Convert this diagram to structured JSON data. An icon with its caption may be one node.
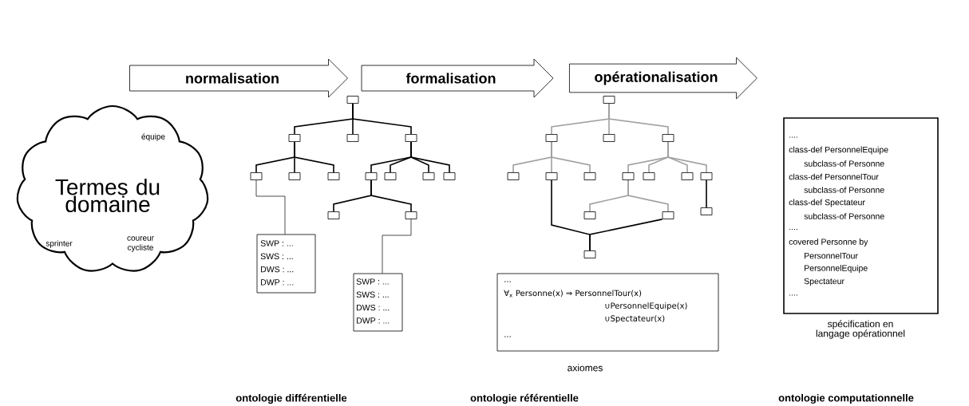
{
  "diagram": {
    "nodes": [
      {
        "text": [
          "équipe",
          "Termes du domaine",
          "sprinter",
          "coureur cycliste"
        ]
      },
      {
        "text": [
          "normalisation"
        ]
      },
      {
        "text": [
          "formalisation"
        ]
      },
      {
        "text": [
          "opérationalisation"
        ]
      },
      {
        "text": [],
        "shape": "box"
      },
      {
        "text": [],
        "shape": "box"
      },
      {
        "text": [],
        "shape": "box"
      },
      {
        "text": [],
        "shape": "box"
      },
      {
        "text": [],
        "shape": "box"
      },
      {
        "text": [],
        "shape": "box"
      },
      {
        "text": [],
        "shape": "box"
      },
      {
        "text": [],
        "shape": "box"
      },
      {
        "text": [],
        "shape": "box"
      },
      {
        "text": [],
        "shape": "box"
      },
      {
        "text": [],
        "shape": "box"
      },
      {
        "text": [],
        "shape": "box"
      },
      {
        "text": [],
        "shape": "box"
      },
      {
        "text": [
          "SWP : ...",
          "SWS : ...",
          "DWS : ...",
          "DWP : ..."
        ]
      },
      {
        "text": [
          "SWP : ...",
          "SWS : ...",
          "DWS : ...",
          "DWP : ..."
        ]
      },
      {
        "text": [],
        "shape": "box"
      },
      {
        "text": [],
        "shape": "box"
      },
      {
        "text": [],
        "shape": "box"
      },
      {
        "text": [],
        "shape": "box"
      },
      {
        "text": [],
        "shape": "box"
      },
      {
        "text": [],
        "shape": "box"
      },
      {
        "text": [],
        "shape": "box"
      },
      {
        "text": [],
        "shape": "box"
      },
      {
        "text": [],
        "shape": "box"
      },
      {
        "text": [],
        "shape": "box"
      },
      {
        "text": [],
        "shape": "box"
      },
      {
        "text": [],
        "shape": "box"
      },
      {
        "text": [],
        "shape": "box"
      },
      {
        "text": [],
        "shape": "box"
      },
      {
        "text": [],
        "shape": "box"
      },
      {
        "text": [
          "...",
          "∀$_{x}$ Personne(x) ⇒ PersonnelTour(x)",
          "∪PersonnelEquipe(x)",
          "∪Spectateur(x)",
          "..."
        ],
        "beside": [
          "axiomes"
        ]
      },
      {
        "text": [
          "....",
          "class-def PersonnelEquipe",
          "subclass-of Personne",
          "class-def PersonnelTour",
          "subclass-of Personne",
          "class-def Spectateur",
          "subclass-of Personne",
          "....",
          "covered Personne by",
          "PersonnelTour",
          "PersonnelEquipe",
          "Spectateur",
          "...."
        ],
        "beside": [
          "spécification en langage opérationnel"
        ]
      }
    ],
    "edges": [
      {
        "from": 4,
        "to": 5,
        "arrow": "none"
      },
      {
        "from": 4,
        "to": 6,
        "arrow": "none"
      },
      {
        "from": 4,
        "to": 7,
        "arrow": "none"
      },
      {
        "from": 5,
        "to": 8,
        "arrow": "none"
      },
      {
        "from": 5,
        "to": 9,
        "arrow": "none"
      },
      {
        "from": 5,
        "to": 10,
        "arrow": "none"
      },
      {
        "from": 7,
        "to": 11,
        "arrow": "none"
      },
      {
        "from": 7,
        "to": 12,
        "arrow": "none"
      },
      {
        "from": 7,
        "to": 13,
        "arrow": "none"
      },
      {
        "from": 7,
        "to": 14,
        "arrow": "none"
      },
      {
        "from": 11,
        "to": 15,
        "arrow": "none"
      },
      {
        "from": 11,
        "to": 16,
        "arrow": "none"
      },
      {
        "from": 8,
        "to": 17,
        "arrow": "none"
      },
      {
        "from": 16,
        "to": 18,
        "arrow": "none"
      },
      {
        "from": 19,
        "to": 20,
        "arrow": "none",
        "color": "#a0a0a0"
      },
      {
        "from": 19,
        "to": 21,
        "arrow": "none",
        "color": "#a0a0a0"
      },
      {
        "from": 19,
        "to": 22,
        "arrow": "none",
        "color": "#a0a0a0"
      },
      {
        "from": 20,
        "to": 23,
        "arrow": "none",
        "color": "#a0a0a0"
      },
      {
        "from": 20,
        "to": 24,
        "arrow": "none",
        "color": "#a0a0a0"
      },
      {
        "from": 20,
        "to": 25,
        "arrow": "none",
        "color": "#a0a0a0"
      },
      {
        "from": 22,
        "to": 26,
        "arrow": "none",
        "color": "#a0a0a0"
      },
      {
        "from": 22,
        "to": 27,
        "arrow": "none",
        "color": "#a0a0a0"
      },
      {
        "from": 22,
        "to": 28,
        "arrow": "none",
        "color": "#a0a0a0"
      },
      {
        "from": 22,
        "to": 29,
        "arrow": "none",
        "color": "#a0a0a0"
      },
      {
        "from": 26,
        "to": 30,
        "arrow": "none",
        "color": "#a0a0a0"
      },
      {
        "from": 26,
        "to": 31,
        "arrow": "none",
        "color": "#a0a0a0"
      },
      {
        "from": 29,
        "to": 32,
        "arrow": "none"
      },
      {
        "from": 24,
        "to": 33,
        "arrow": "none"
      },
      {
        "from": 31,
        "to": 33,
        "arrow": "none"
      }
    ],
    "labels": [
      "ontologie différentielle",
      "ontologie référentielle",
      "ontologie computationnelle"
    ]
  }
}
